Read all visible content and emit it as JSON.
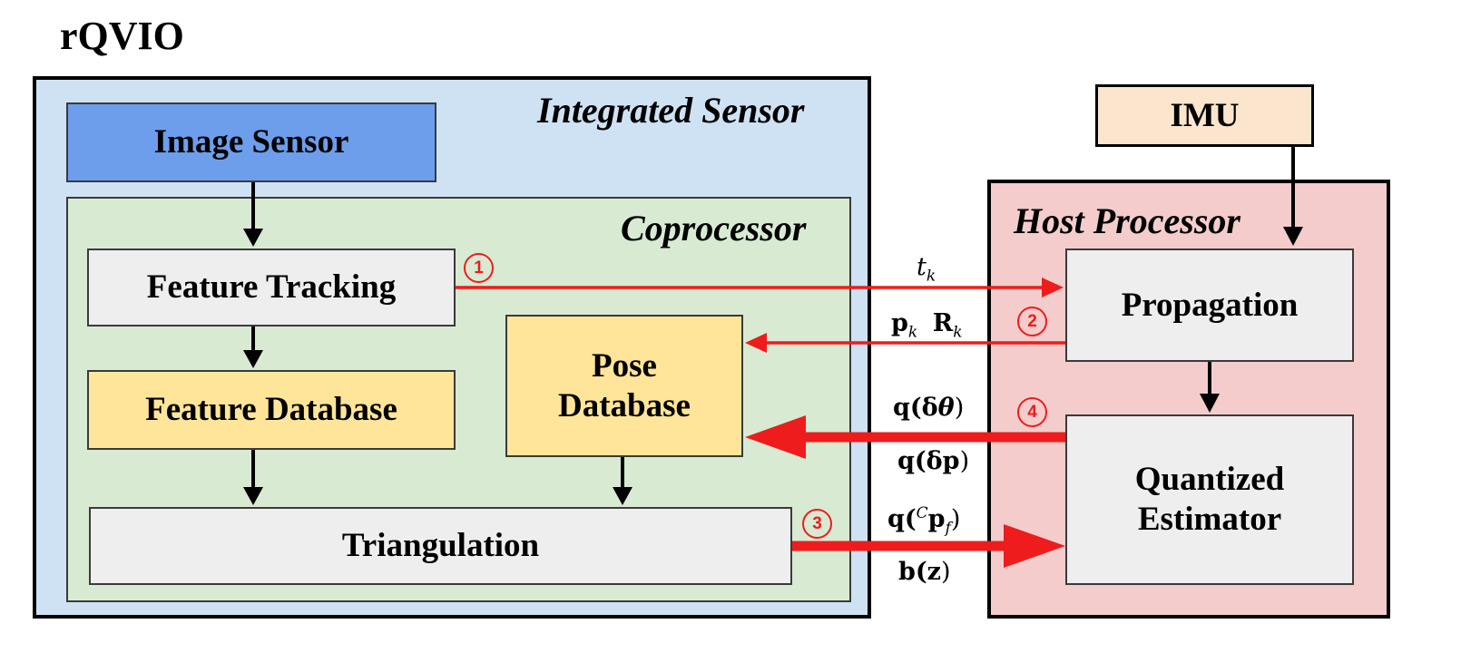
{
  "title": "rQVIO",
  "regions": {
    "integrated_sensor": "Integrated Sensor",
    "coprocessor": "Coprocessor",
    "host_processor": "Host Processor"
  },
  "blocks": {
    "image_sensor": "Image Sensor",
    "feature_tracking": "Feature Tracking",
    "feature_database": "Feature Database",
    "pose_database": "Pose\nDatabase",
    "triangulation": "Triangulation",
    "imu": "IMU",
    "propagation": "Propagation",
    "quantized_estimator": "Quantized\nEstimator"
  },
  "signals": {
    "t_k": "t",
    "t_k_sub": "k",
    "p_k": "p",
    "p_k_sub": "k",
    "R_k": "R",
    "R_k_sub": "k",
    "q_dtheta_prefix": "q(δ",
    "q_dtheta_sym": "θ",
    "q_dtheta_suffix": ")",
    "q_dp_prefix": "q(δ",
    "q_dp_sym": "p",
    "q_dp_suffix": ")",
    "q_cpf_prefix": "q(",
    "q_cpf_sup": "C",
    "q_cpf_sym": "p",
    "q_cpf_sub": "f",
    "q_cpf_suffix": ")",
    "b_z_prefix": "b(",
    "b_z_sym": "z",
    "b_z_suffix": ")"
  },
  "badges": [
    "1",
    "2",
    "3",
    "4"
  ],
  "colors": {
    "integrated_sensor_bg": "#cfe2f3",
    "coprocessor_bg": "#d9ead3",
    "host_processor_bg": "#f4cccc",
    "image_sensor_bg": "#6d9eeb",
    "database_bg": "#ffe599",
    "process_bg": "#eeeeee",
    "imu_bg": "#fce5cd",
    "data_arrow": "#ee1c1c"
  }
}
